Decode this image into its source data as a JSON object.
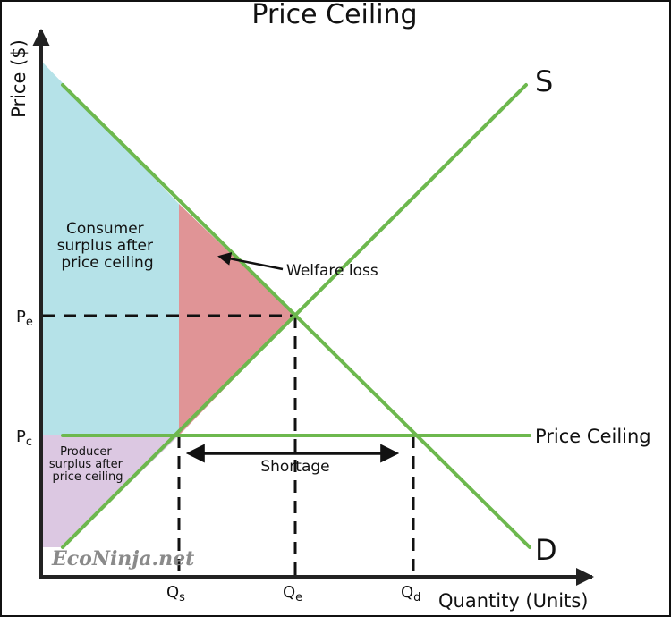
{
  "title": "Price Ceiling",
  "axes": {
    "y_label": "Price ($)",
    "x_label": "Quantity (Units)"
  },
  "curves": {
    "supply_label": "S",
    "demand_label": "D",
    "ceiling_label": "Price Ceiling"
  },
  "ticks": {
    "pe": {
      "main": "P",
      "sub": "e"
    },
    "pc": {
      "main": "P",
      "sub": "c"
    },
    "qs": {
      "main": "Q",
      "sub": "s"
    },
    "qe": {
      "main": "Q",
      "sub": "e"
    },
    "qd": {
      "main": "Q",
      "sub": "d"
    }
  },
  "areas": {
    "consumer_surplus": [
      "Consumer",
      "surplus after",
      "price ceiling"
    ],
    "producer_surplus": [
      "Producer",
      "surplus after",
      "price ceiling"
    ],
    "welfare_loss": "Welfare loss",
    "shortage": "Shortage"
  },
  "watermark": "EcoNinja.net",
  "colors": {
    "curve_green": "#6db84e",
    "consumer_fill": "#b5e2e8",
    "welfare_fill": "#e09496",
    "producer_fill": "#dcc8e2",
    "axis": "#222222"
  }
}
